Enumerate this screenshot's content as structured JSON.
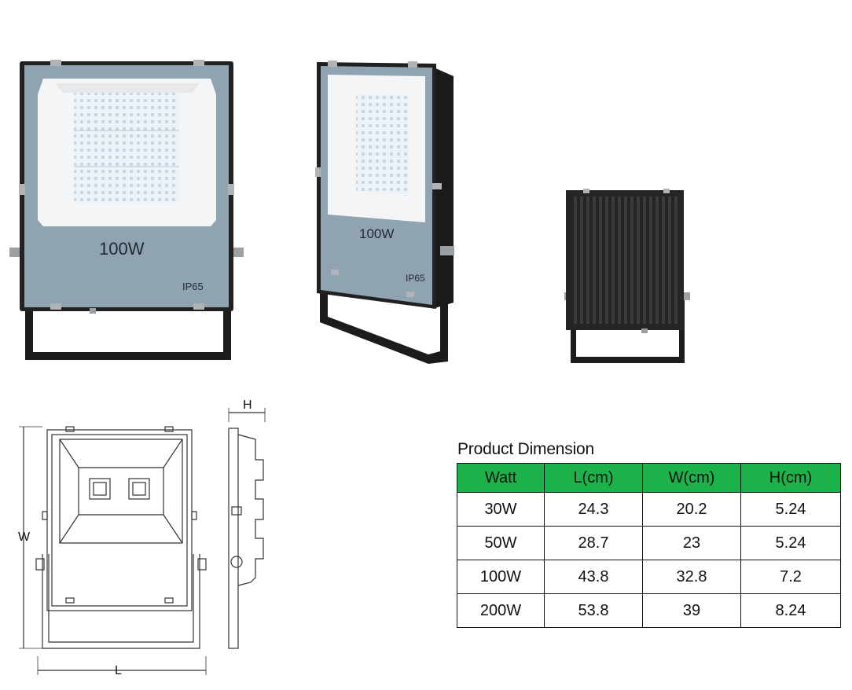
{
  "photos": {
    "front": {
      "wattage_label": "100W",
      "ip_label": "IP65"
    },
    "angled": {
      "wattage_label": "100W",
      "ip_label": "IP65"
    }
  },
  "drawing": {
    "dim_h": "H",
    "dim_w": "W",
    "dim_l": "L"
  },
  "table": {
    "title": "Product Dimension",
    "header_color": "#1bb24a",
    "columns": [
      "Watt",
      "L(cm)",
      "W(cm)",
      "H(cm)"
    ],
    "rows": [
      [
        "30W",
        "24.3",
        "20.2",
        "5.24"
      ],
      [
        "50W",
        "28.7",
        "23",
        "5.24"
      ],
      [
        "100W",
        "43.8",
        "32.8",
        "7.2"
      ],
      [
        "200W",
        "53.8",
        "39",
        "8.24"
      ]
    ]
  }
}
